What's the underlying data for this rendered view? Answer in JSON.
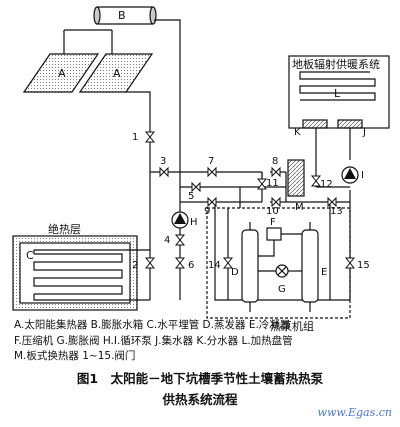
{
  "labels": {
    "A1": "A",
    "A2": "A",
    "B": "B",
    "C": "C",
    "D": "D",
    "E": "E",
    "F": "F",
    "G": "G",
    "H": "H",
    "I": "I",
    "J": "J",
    "K": "K",
    "L": "L",
    "M": "M"
  },
  "valves": {
    "v1": "1",
    "v2": "2",
    "v3": "3",
    "v4": "4",
    "v5": "5",
    "v6": "6",
    "v7": "7",
    "v8": "8",
    "v9": "9",
    "v10": "10",
    "v11": "11",
    "v12": "12",
    "v13": "13",
    "v14": "14",
    "v15": "15"
  },
  "boxes": {
    "floor_heating": "地板辐射供暖系统",
    "insulation": "绝热层",
    "heat_pump": "热泵机组"
  },
  "legend": {
    "line1": "A.太阳能集热器 B.膨胀水箱 C.水平埋管 D.蒸发器 E.冷凝器",
    "line2": "F.压缩机 G.膨胀阀 H.I.循环泵 J.集水器 K.分水器 L.加热盘管",
    "line3": "M.板式换热器 1~15.阀门"
  },
  "caption": {
    "line1": "图1　太阳能－地下坑槽季节性土壤蓄热热泵",
    "line2": "供热系统流程"
  },
  "watermark": "www.Egas.cn"
}
